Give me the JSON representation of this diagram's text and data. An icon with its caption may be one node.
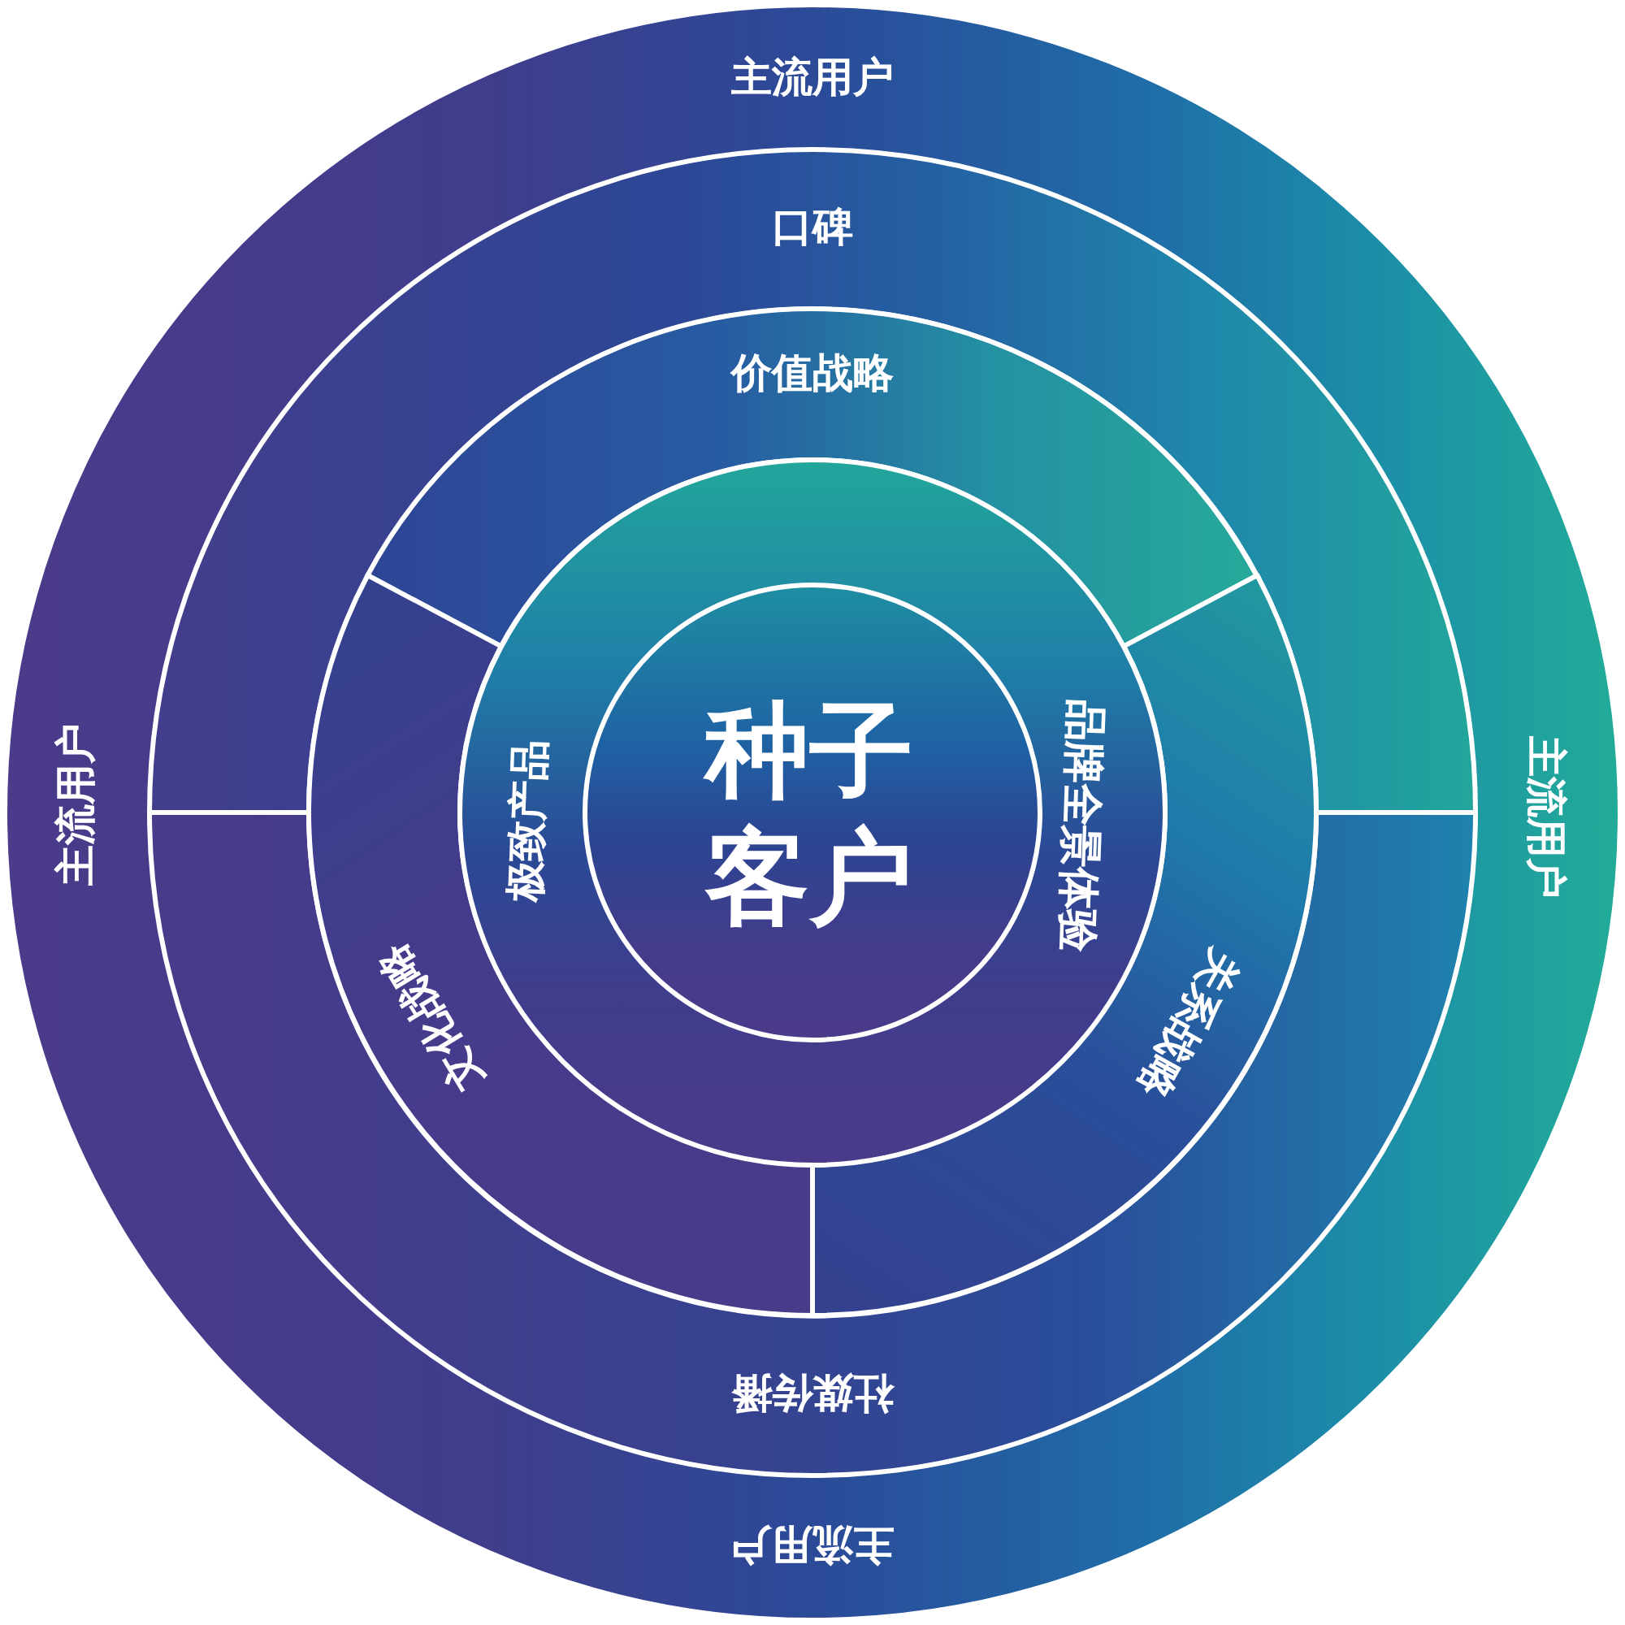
{
  "diagram": {
    "nodes": [
      {
        "text": [
          "主流用户",
          "主流用户",
          "主流用户",
          "主流用户"
        ]
      },
      {
        "text": [
          "口碑"
        ],
        "in": 0
      },
      {
        "text": [
          "社媒传播"
        ],
        "in": 0
      },
      {
        "text": [
          "价值战略"
        ],
        "in": 0
      },
      {
        "text": [
          "文化战略"
        ],
        "in": 0
      },
      {
        "text": [
          "关系战略"
        ],
        "in": 0
      },
      {
        "text": [
          "极致产品",
          "品牌全景体验"
        ],
        "in": 0
      },
      {
        "text": [
          "种子客户"
        ],
        "in": 6
      }
    ]
  }
}
